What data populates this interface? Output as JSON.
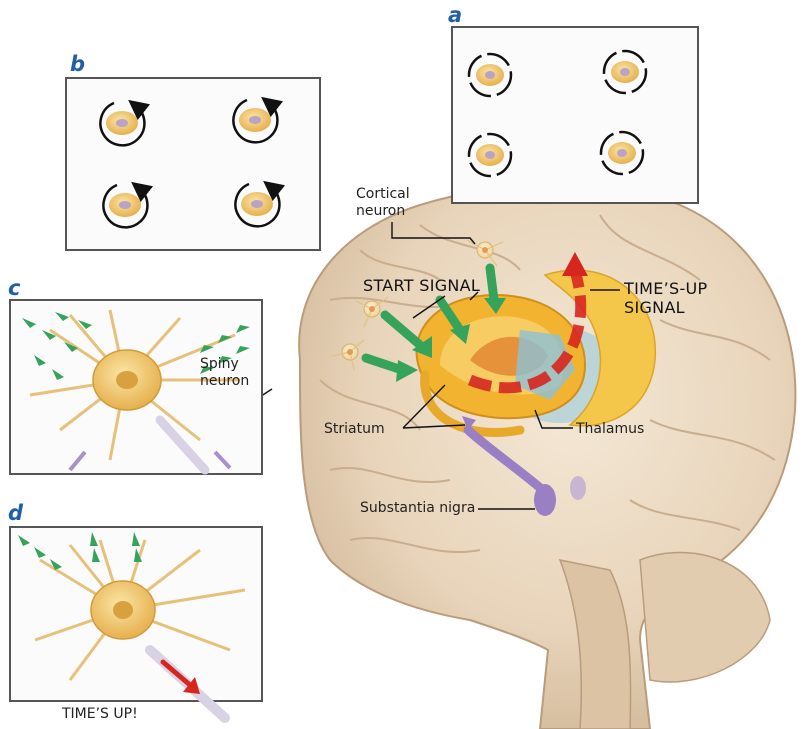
{
  "panels": {
    "a": "a",
    "b": "b",
    "c": "c",
    "d": "d"
  },
  "labels": {
    "cortical_neuron": "Cortical\nneuron",
    "start_signal": "START SIGNAL",
    "times_up_signal": "TIME’S-UP\nSIGNAL",
    "spiny_neuron": "Spiny\nneuron",
    "striatum": "Striatum",
    "thalamus": "Thalamus",
    "substantia_nigra": "Substantia nigra",
    "times_up": "TIME’S UP!"
  },
  "colors": {
    "panel_letter": "#1f5fa8",
    "brain": "#ead9c2",
    "striatum": "#f2b430",
    "thalamus": "#f4c64a",
    "cortical_input_arrows": "#35a35a",
    "times_up_arrow": "#d7261e",
    "substantia_nigra": "#9b7fc4",
    "neuron_body": "#e9b85a"
  },
  "icons": {
    "oscillation_arrow": "circular-arrow-icon",
    "input_arrow": "dashed-green-arrow-icon"
  }
}
